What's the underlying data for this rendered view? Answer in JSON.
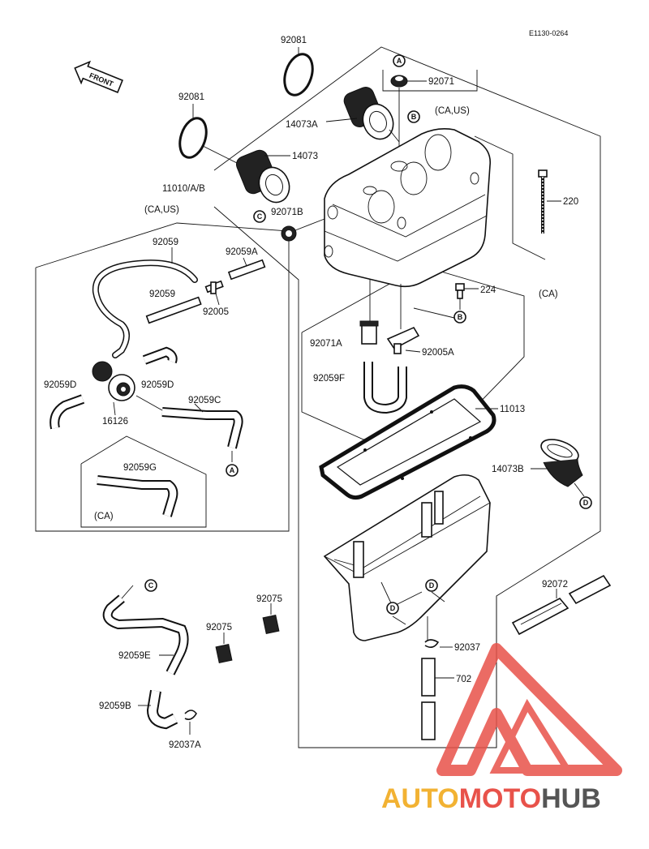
{
  "diagram_code": "E1130-0264",
  "front_label": "FRONT",
  "watermark": {
    "part1": "AUTO",
    "part2": "MOTO",
    "part3": "HUB"
  },
  "colors": {
    "line": "#111111",
    "watermark_red": "#e8524a",
    "watermark_yellow": "#f2b233",
    "watermark_gray": "#555555"
  },
  "labels": {
    "p92081_top": "92081",
    "p92081_left": "92081",
    "p92071": "92071",
    "p_caus_top": "(CA,US)",
    "p14073A": "14073A",
    "p14073": "14073",
    "p11010": "11010/A/B",
    "p220": "220",
    "p92071B": "92071B",
    "p_caus_left": "(CA,US)",
    "p92059_a": "92059",
    "p92059A": "92059A",
    "p92059_b": "92059",
    "p92005": "92005",
    "p224": "224",
    "p_ca_right": "(CA)",
    "p92071A": "92071A",
    "p92005A": "92005A",
    "p92059F": "92059F",
    "p11013": "11013",
    "p92059D_l": "92059D",
    "p92059D_r": "92059D",
    "p92059C": "92059C",
    "p16126": "16126",
    "p92059G": "92059G",
    "p_ca_bottom": "(CA)",
    "p14073B": "14073B",
    "p92072": "92072",
    "p92075_a": "92075",
    "p92075_b": "92075",
    "p92037": "92037",
    "p92059E": "92059E",
    "p702": "702",
    "p92059B": "92059B",
    "p92037A": "92037A"
  },
  "circle_refs": {
    "A_top": "A",
    "B_top": "B",
    "C_top": "C",
    "B_mid": "B",
    "A_bottom": "A",
    "D_right": "D",
    "D_mid": "D",
    "D_low": "D",
    "C_low": "C"
  }
}
